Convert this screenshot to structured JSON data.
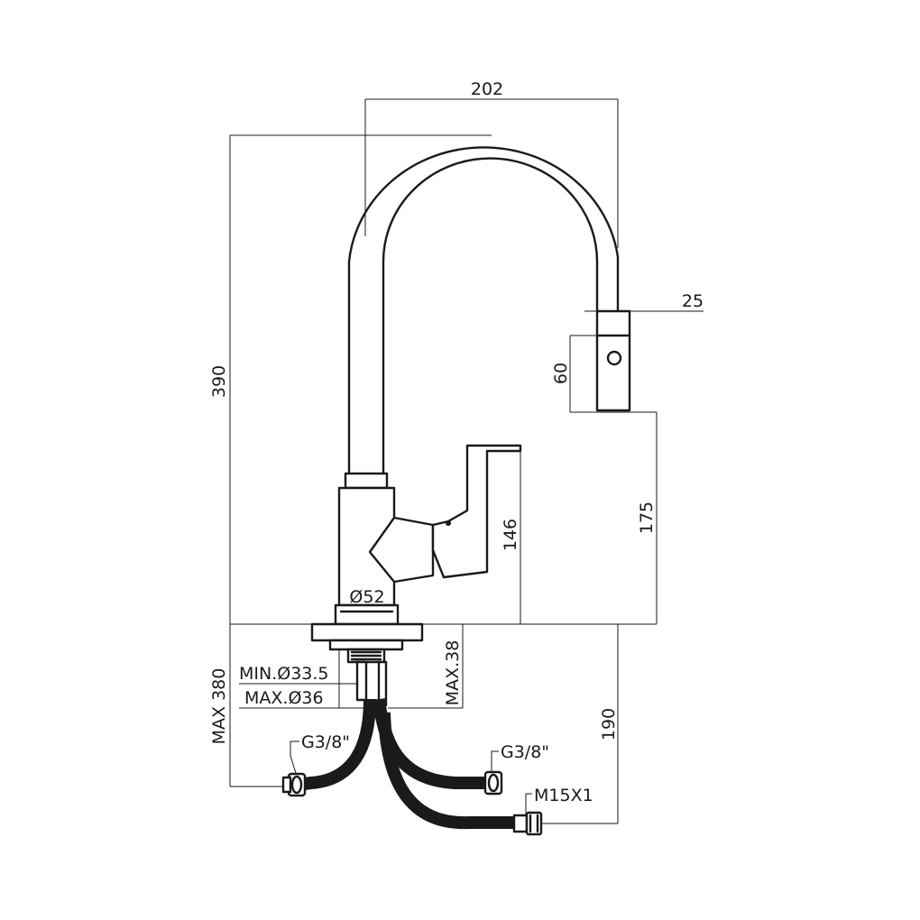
{
  "labels": {
    "width": "202",
    "height": "390",
    "spray_diameter": "25",
    "spray_length": "60",
    "spout_height": "175",
    "lever_height": "146",
    "body_diameter": "Ø52",
    "max_thickness": "MAX.38",
    "hole_min": "MIN.Ø33.5",
    "hole_max": "MAX.Ø36",
    "max_hose": "MAX 380",
    "hose_length": "190",
    "thread_left": "G3/8\"",
    "thread_right": "G3/8\"",
    "thread_spray": "M15X1"
  }
}
